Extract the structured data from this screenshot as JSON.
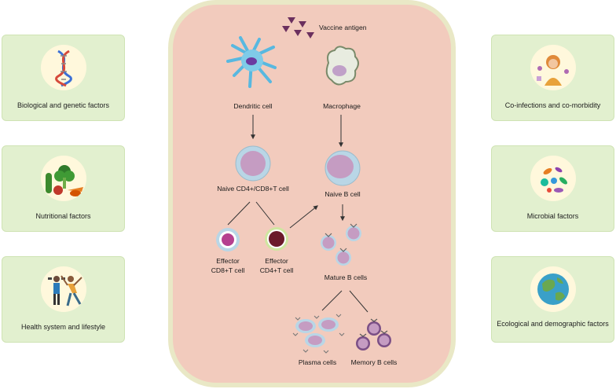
{
  "factors_left": [
    {
      "label": "Biological and genetic factors"
    },
    {
      "label": "Nutritional factors"
    },
    {
      "label": "Health system and lifestyle"
    }
  ],
  "factors_right": [
    {
      "label": "Co-infections and co-morbidity"
    },
    {
      "label": "Microbial factors"
    },
    {
      "label": "Ecological and demographic factors"
    }
  ],
  "center": {
    "vaccine_antigen": "Vaccine antigen",
    "dendritic_cell": "Dendritic cell",
    "macrophage": "Macrophage",
    "naive_t_cell": "Naive CD4+/CD8+T cell",
    "naive_b_cell": "Naive B cell",
    "effector_cd8_line1": "Effector",
    "effector_cd8_line2": "CD8+T cell",
    "effector_cd4_line1": "Effector",
    "effector_cd4_line2": "CD4+T cell",
    "mature_b_cells": "Mature B cells",
    "plasma_cells": "Plasma cells",
    "memory_b_cells": "Memory B cells"
  },
  "colors": {
    "panel_fill": "#f2cbbd",
    "panel_border": "#e9e8c6",
    "card_fill": "#e2f0cf",
    "antigen": "#6b2f5e",
    "cell_lilac": "#c59cc2",
    "cell_membrane": "#b9d6e6"
  }
}
